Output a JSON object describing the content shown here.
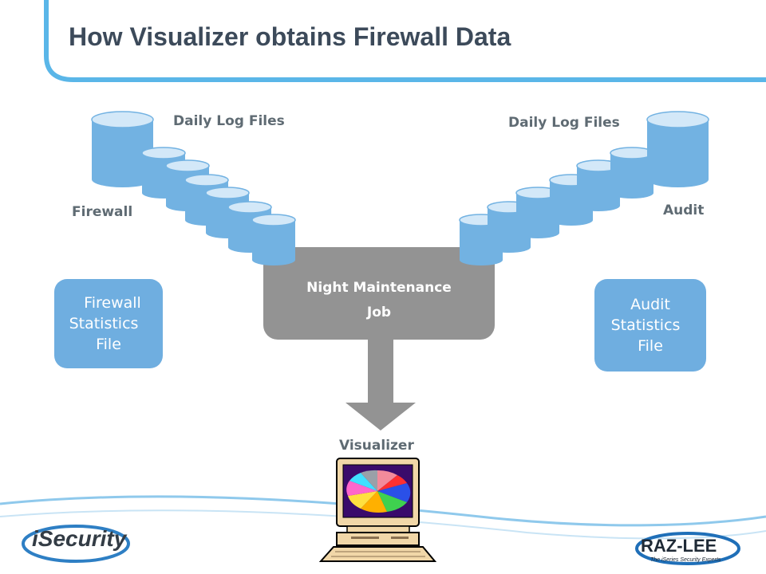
{
  "title": "How Visualizer obtains Firewall Data",
  "left_group": {
    "header": "Daily Log Files",
    "source_label": "Firewall",
    "stats_box": [
      "Firewall",
      "Statistics",
      "File"
    ]
  },
  "right_group": {
    "header": "Daily Log Files",
    "source_label": "Audit",
    "stats_box": [
      "Audit",
      "Statistics",
      "File"
    ]
  },
  "job": [
    "Night Maintenance",
    "Job"
  ],
  "output_label": "Visualizer",
  "footer": {
    "left_logo": "iSecurity",
    "right_logo": "RAZ-LEE",
    "right_tagline": "The iSeries Security Experts"
  },
  "colors": {
    "title": "#3c4a5a",
    "cylinder": "#72b2e2",
    "cylinder_top": "#d3e8f8",
    "box": "#6faee0",
    "job": "#939393",
    "accent_line": "#5ab6e8"
  }
}
